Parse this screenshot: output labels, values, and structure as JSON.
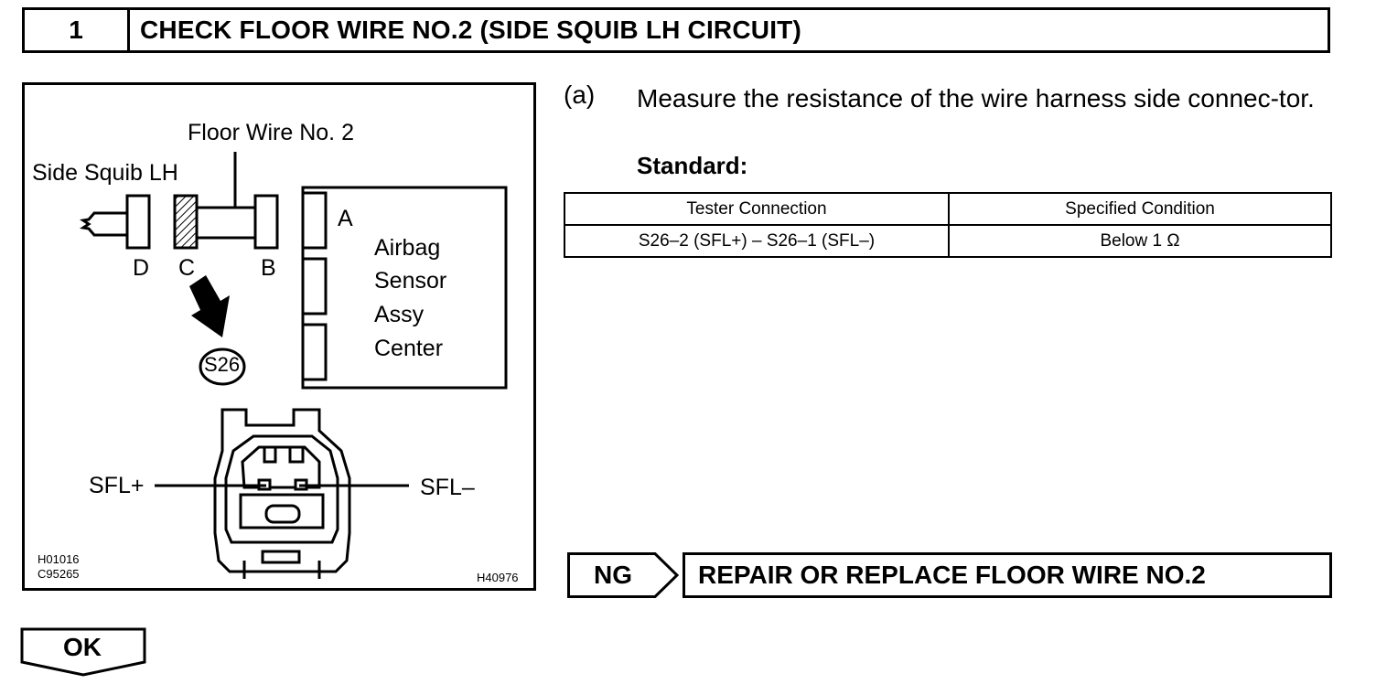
{
  "header": {
    "step_number": "1",
    "title": "CHECK FLOOR WIRE NO.2 (SIDE SQUIB LH CIRCUIT)"
  },
  "diagram": {
    "floor_wire_label": "Floor Wire No. 2",
    "side_squib_label": "Side Squib LH",
    "connector_labels": {
      "a": "A",
      "b": "B",
      "c": "C",
      "d": "D"
    },
    "airbag_sensor_lines": [
      "Airbag",
      "Sensor",
      "Assy",
      "Center"
    ],
    "connector_id": "S26",
    "pin_plus": "SFL+",
    "pin_minus": "SFL–",
    "codes": [
      "H01016",
      "C95265"
    ],
    "figure_code": "H40976"
  },
  "procedure": {
    "step_label": "(a)",
    "instruction": "Measure the resistance of the wire harness side connec-tor.",
    "standard_label": "Standard:"
  },
  "spec_table": {
    "headers": [
      "Tester Connection",
      "Specified Condition"
    ],
    "rows": [
      [
        "S26–2 (SFL+) – S26–1 (SFL–)",
        "Below 1 Ω"
      ]
    ]
  },
  "ng": {
    "label": "NG",
    "action": "REPAIR OR REPLACE FLOOR WIRE NO.2"
  },
  "ok": {
    "label": "OK"
  }
}
